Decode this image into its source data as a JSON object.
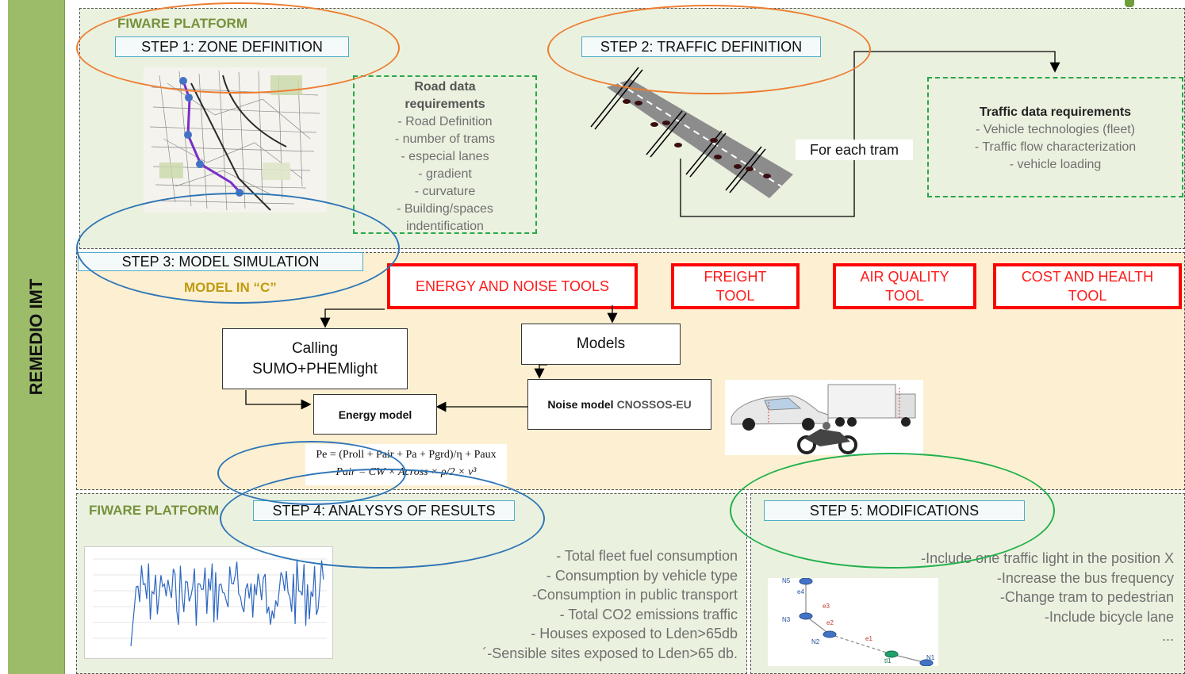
{
  "sidebar": {
    "title": "REMEDIO IMT"
  },
  "section1": {
    "platform_label": "FIWARE PLATFORM",
    "step1": "STEP 1: ZONE DEFINITION",
    "step2": "STEP 2: TRAFFIC DEFINITION",
    "road_requirements": {
      "title_line1": "Road data",
      "title_line2": "requirements",
      "items": [
        "- Road Definition",
        "- number of trams",
        "- especial lanes",
        "- gradient",
        "- curvature",
        "- Building/spaces",
        "indentification"
      ]
    },
    "for_each_tram": "For each tram",
    "traffic_requirements": {
      "title": "Traffic data requirements",
      "items": [
        "- Vehicle technologies (fleet)",
        "- Traffic flow characterization",
        "- vehicle loading"
      ]
    }
  },
  "section2": {
    "step3": "STEP 3: MODEL SIMULATION",
    "model_in_c": "MODEL IN “C”",
    "tools": [
      {
        "line1": "ENERGY AND NOISE TOOLS",
        "line2": ""
      },
      {
        "line1": "FREIGHT",
        "line2": "TOOL"
      },
      {
        "line1": "AIR QUALITY",
        "line2": "TOOL"
      },
      {
        "line1": "COST AND HEALTH",
        "line2": "TOOL"
      }
    ],
    "calling_line1": "Calling",
    "calling_line2": "SUMO+PHEMlight",
    "models": "Models",
    "energy_model": "Energy model",
    "noise_model_bold": "Noise model",
    "noise_model_name": "CNOSSOS-EU",
    "formula1": "Pe = (Proll + Pair + Pa + Pgrd)/η + Paux",
    "formula2": "Pair = CW × Across × ρ/2 × v³"
  },
  "section3": {
    "platform_label": "FIWARE PLATFORM",
    "step4": "STEP 4: ANALYSYS OF RESULTS",
    "results": [
      "- Total fleet fuel consumption",
      "- Consumption by vehicle type",
      "-Consumption in public transport",
      "- Total CO2 emissions traffic",
      "- Houses exposed to Lden>65db",
      "´-Sensible sites exposed to Lden>65 db."
    ]
  },
  "section4": {
    "step5": "STEP 5: MODIFICATIONS",
    "modifications": [
      "-Include one traffic light in the position X",
      "-Increase the bus frequency",
      "-Change tram to pedestrian",
      "-Include bicycle lane",
      "..."
    ],
    "network_labels": {
      "n5": "N5",
      "n3": "N3",
      "n2": "N2",
      "n1": "N1",
      "tl1": "tl1",
      "e4": "e4",
      "e3": "e3",
      "e2": "e2",
      "e1": "e1"
    }
  },
  "colors": {
    "sidebar": "#9cbc6a",
    "panel_green": "#ebf1df",
    "panel_beige": "#fdf0d2",
    "fiware_text": "#76923c",
    "model_c_text": "#c09a10",
    "step_border": "#4bacc6",
    "tool_red": "#ff0000",
    "req_green": "#29a84a",
    "ellipse_orange": "#ed7d31",
    "ellipse_blue": "#2e75b6",
    "ellipse_green": "#22b04c"
  }
}
